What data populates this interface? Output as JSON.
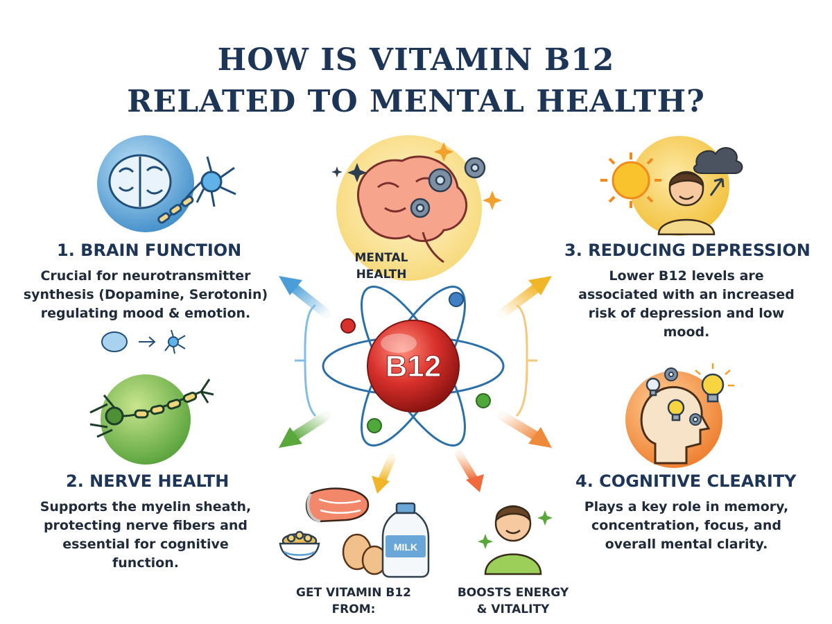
{
  "title": {
    "line1": "HOW IS VITAMIN B12",
    "line2": "RELATED TO MENTAL HEALTH?"
  },
  "center": {
    "b12_label": "B12",
    "mental_health_line1": "MENTAL",
    "mental_health_line2": "HEALTH"
  },
  "sections": {
    "brain_function": {
      "heading": "1. BRAIN FUNCTION",
      "lines": [
        "Crucial for neurotransmitter",
        "synthesis (Dopamine, Serotonin)",
        "regulating mood & emotion."
      ]
    },
    "nerve_health": {
      "heading": "2. NERVE HEALTH",
      "lines": [
        "Supports the myelin sheath,",
        "protecting nerve fibers and",
        "essential for cognitive",
        "function."
      ]
    },
    "reducing_depression": {
      "heading": "3. REDUCING DEPRESSION",
      "lines": [
        "Lower B12 levels are",
        "associated with an increased",
        "risk of depression and low",
        "mood."
      ]
    },
    "cognitive_clarity": {
      "heading": "4. COGNITIVE CLEARITY",
      "lines": [
        "Plays a key role in memory,",
        "concentration, focus, and",
        "overall mental clarity."
      ]
    }
  },
  "bottom": {
    "sources": {
      "line1": "GET VITAMIN B12",
      "line2": "FROM:",
      "milk_label": "MILK"
    },
    "energy": {
      "line1": "BOOSTS ENERGY",
      "line2": "& VITALITY"
    }
  },
  "icons": [
    "brain-icon",
    "neuron-icon",
    "gear-icon",
    "sun-icon",
    "cloud-icon",
    "person-icon",
    "lightbulb-icon",
    "salmon-icon",
    "eggs-icon",
    "milk-bottle-icon",
    "bowl-icon",
    "sparkle-icon",
    "atom-icon"
  ],
  "colors": {
    "title": "#1d3557",
    "b12_sphere": "#d8302b",
    "arrow_blue": "#4a9ed8",
    "arrow_green": "#5aa83c",
    "arrow_yellow": "#f1b628",
    "arrow_orange": "#ef8a3c"
  }
}
